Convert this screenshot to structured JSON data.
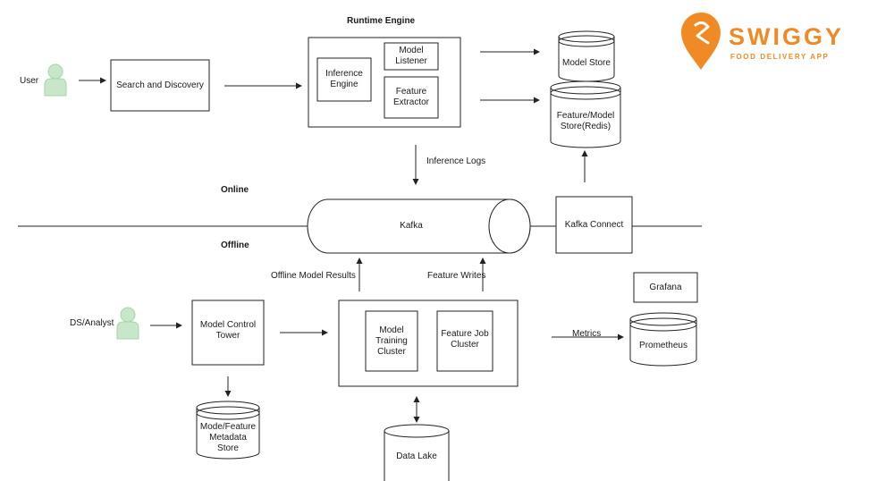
{
  "title": "Runtime Engine",
  "actors": {
    "user": "User",
    "analyst": "DS/Analyst"
  },
  "zones": {
    "online": "Online",
    "offline": "Offline"
  },
  "boxes": {
    "search": "Search and Discovery",
    "inference_engine": "Inference\nEngine",
    "model_listener": "Model\nListener",
    "feature_extractor": "Feature\nExtractor",
    "kafka_connect": "Kafka Connect",
    "model_control_tower": "Model Control\nTower",
    "model_training_cluster": "Model\nTraining\nCluster",
    "feature_job_cluster": "Feature Job\nCluster",
    "grafana": "Grafana"
  },
  "stores": {
    "model_store": "Model Store",
    "feature_model_store": "Feature/Model\nStore(Redis)",
    "metadata_store": "Mode/Feature\nMetadata\nStore",
    "data_lake": "Data Lake",
    "prometheus": "Prometheus"
  },
  "kafka": "Kafka",
  "edge_labels": {
    "inference_logs": "Inference Logs",
    "offline_results": "Offline Model Results",
    "feature_writes": "Feature Writes",
    "metrics": "Metrics"
  },
  "logo": {
    "word": "SWIGGY",
    "tagline": "FOOD DELIVERY APP",
    "color": "#f08a24"
  },
  "colors": {
    "person": "#c8e6c9",
    "line": "#222222"
  }
}
